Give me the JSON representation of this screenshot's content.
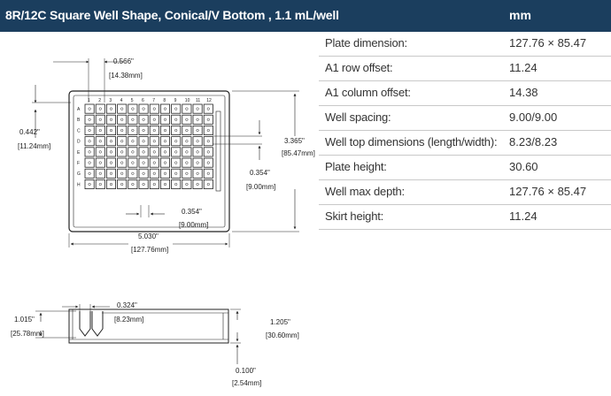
{
  "header": {
    "title": "8R/12C Square Well Shape, Conical/V Bottom , 1.1 mL/well",
    "unit": "mm"
  },
  "specs": [
    {
      "label": "Plate dimension:",
      "value": "127.76 × 85.47"
    },
    {
      "label": "A1 row offset:",
      "value": "11.24"
    },
    {
      "label": "A1 column offset:",
      "value": "14.38"
    },
    {
      "label": "Well spacing:",
      "value": "9.00/9.00"
    },
    {
      "label": "Well top dimensions (length/width):",
      "value": "8.23/8.23"
    },
    {
      "label": "Plate height:",
      "value": "30.60"
    },
    {
      "label": "Well max depth:",
      "value": "127.76 × 85.47"
    },
    {
      "label": "Skirt height:",
      "value": "11.24"
    }
  ],
  "drawing": {
    "top_view": {
      "col_offset": {
        "inch": "0.566\"",
        "mm": "[14.38mm]"
      },
      "row_offset": {
        "inch": "0.442\"",
        "mm": "[11.24mm]"
      },
      "height": {
        "inch": "3.365\"",
        "mm": "[85.47mm]"
      },
      "v_spacing": {
        "inch": "0.354\"",
        "mm": "[9.00mm]"
      },
      "h_spacing": {
        "inch": "0.354\"",
        "mm": "[9.00mm]"
      },
      "width": {
        "inch": "5.030\"",
        "mm": "[127.76mm]"
      },
      "row_labels": [
        "A",
        "B",
        "C",
        "D",
        "E",
        "F",
        "G",
        "H"
      ],
      "col_labels": [
        "1",
        "2",
        "3",
        "4",
        "5",
        "6",
        "7",
        "8",
        "9",
        "10",
        "11",
        "12"
      ]
    },
    "side_view": {
      "well_top": {
        "inch": "0.324\"",
        "mm": "[8.23mm]"
      },
      "well_depth": {
        "inch": "1.015\"",
        "mm": "[25.78mm]"
      },
      "plate_height": {
        "inch": "1.205\"",
        "mm": "[30.60mm]"
      },
      "skirt": {
        "inch": "0.100\"",
        "mm": "[2.54mm]"
      }
    }
  }
}
